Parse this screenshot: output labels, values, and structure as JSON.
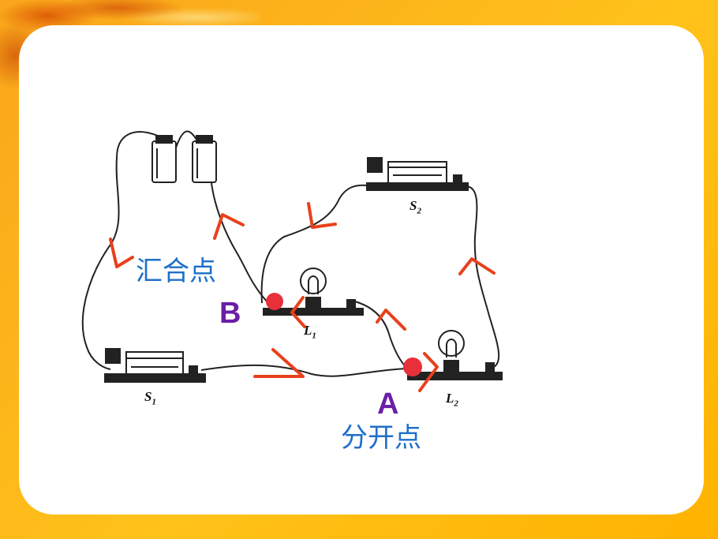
{
  "labels": {
    "junction_join": "汇合点",
    "junction_split": "分开点",
    "point_b": "B",
    "point_a": "A",
    "switch1_letter": "S",
    "switch1_sub": "1",
    "switch2_letter": "S",
    "switch2_sub": "2",
    "lamp1_letter": "L",
    "lamp1_sub": "1",
    "lamp2_letter": "L",
    "lamp2_sub": "2"
  },
  "colors": {
    "arrow": "#e8401c",
    "dot": "#e8303a",
    "label_blue": "#1e6fc9",
    "label_purple": "#6a1fa8",
    "background": "#ffc21a"
  }
}
